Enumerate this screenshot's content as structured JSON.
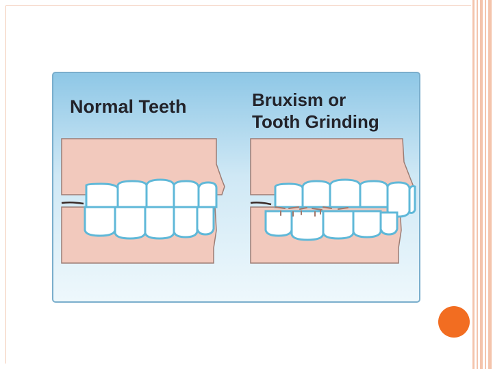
{
  "slide": {
    "panel_left_title": "Normal Teeth",
    "panel_right_title_line1": "Bruxism or",
    "panel_right_title_line2": "Tooth Grinding"
  },
  "colors": {
    "accent_dot": "#f26d21",
    "frame_stripe": "#f4c4ac",
    "figure_sky_top": "#8ec7e6",
    "figure_sky_bottom": "#e9f5fb",
    "gum": "#f2c9bd",
    "tooth_fill": "#ffffff",
    "tooth_outline": "#5fb8d8"
  }
}
